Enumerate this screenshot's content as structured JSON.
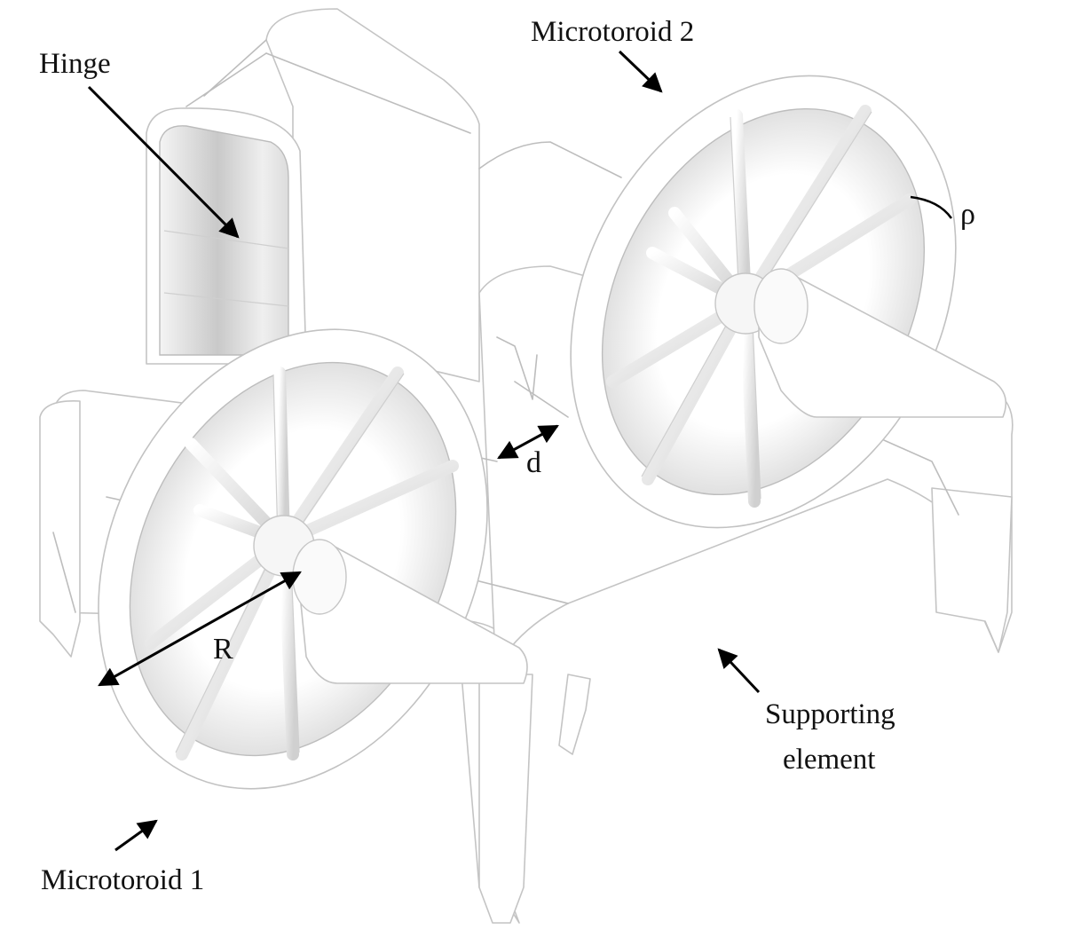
{
  "labels": {
    "hinge": "Hinge",
    "microtoroid_2": "Microtoroid 2",
    "microtoroid_1": "Microtoroid 1",
    "supporting_element_line1": "Supporting",
    "supporting_element_line2": "element",
    "rho": "ρ",
    "d": "d",
    "R": "R"
  },
  "colors": {
    "ink": "#000000",
    "edge": "#bdbdbd",
    "shade": "#9a9a9a"
  }
}
